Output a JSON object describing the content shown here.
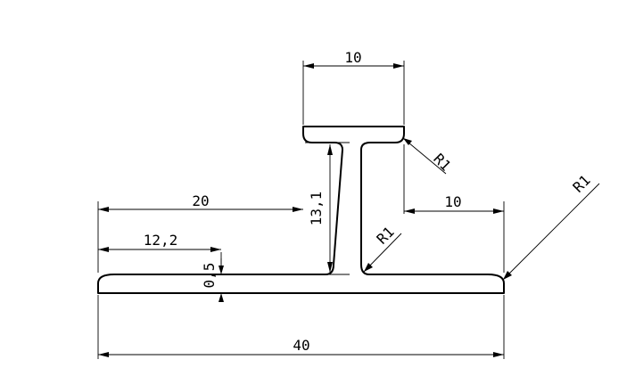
{
  "drawing": {
    "dims": {
      "top_width": "10",
      "left_length": "20",
      "left_offset": "12,2",
      "thickness": "0,5",
      "web_height": "13,1",
      "right_length": "10",
      "total_width": "40"
    },
    "radii": {
      "flange_corner": "R1",
      "web_fillet": "R1",
      "base_corner": "R1"
    }
  }
}
